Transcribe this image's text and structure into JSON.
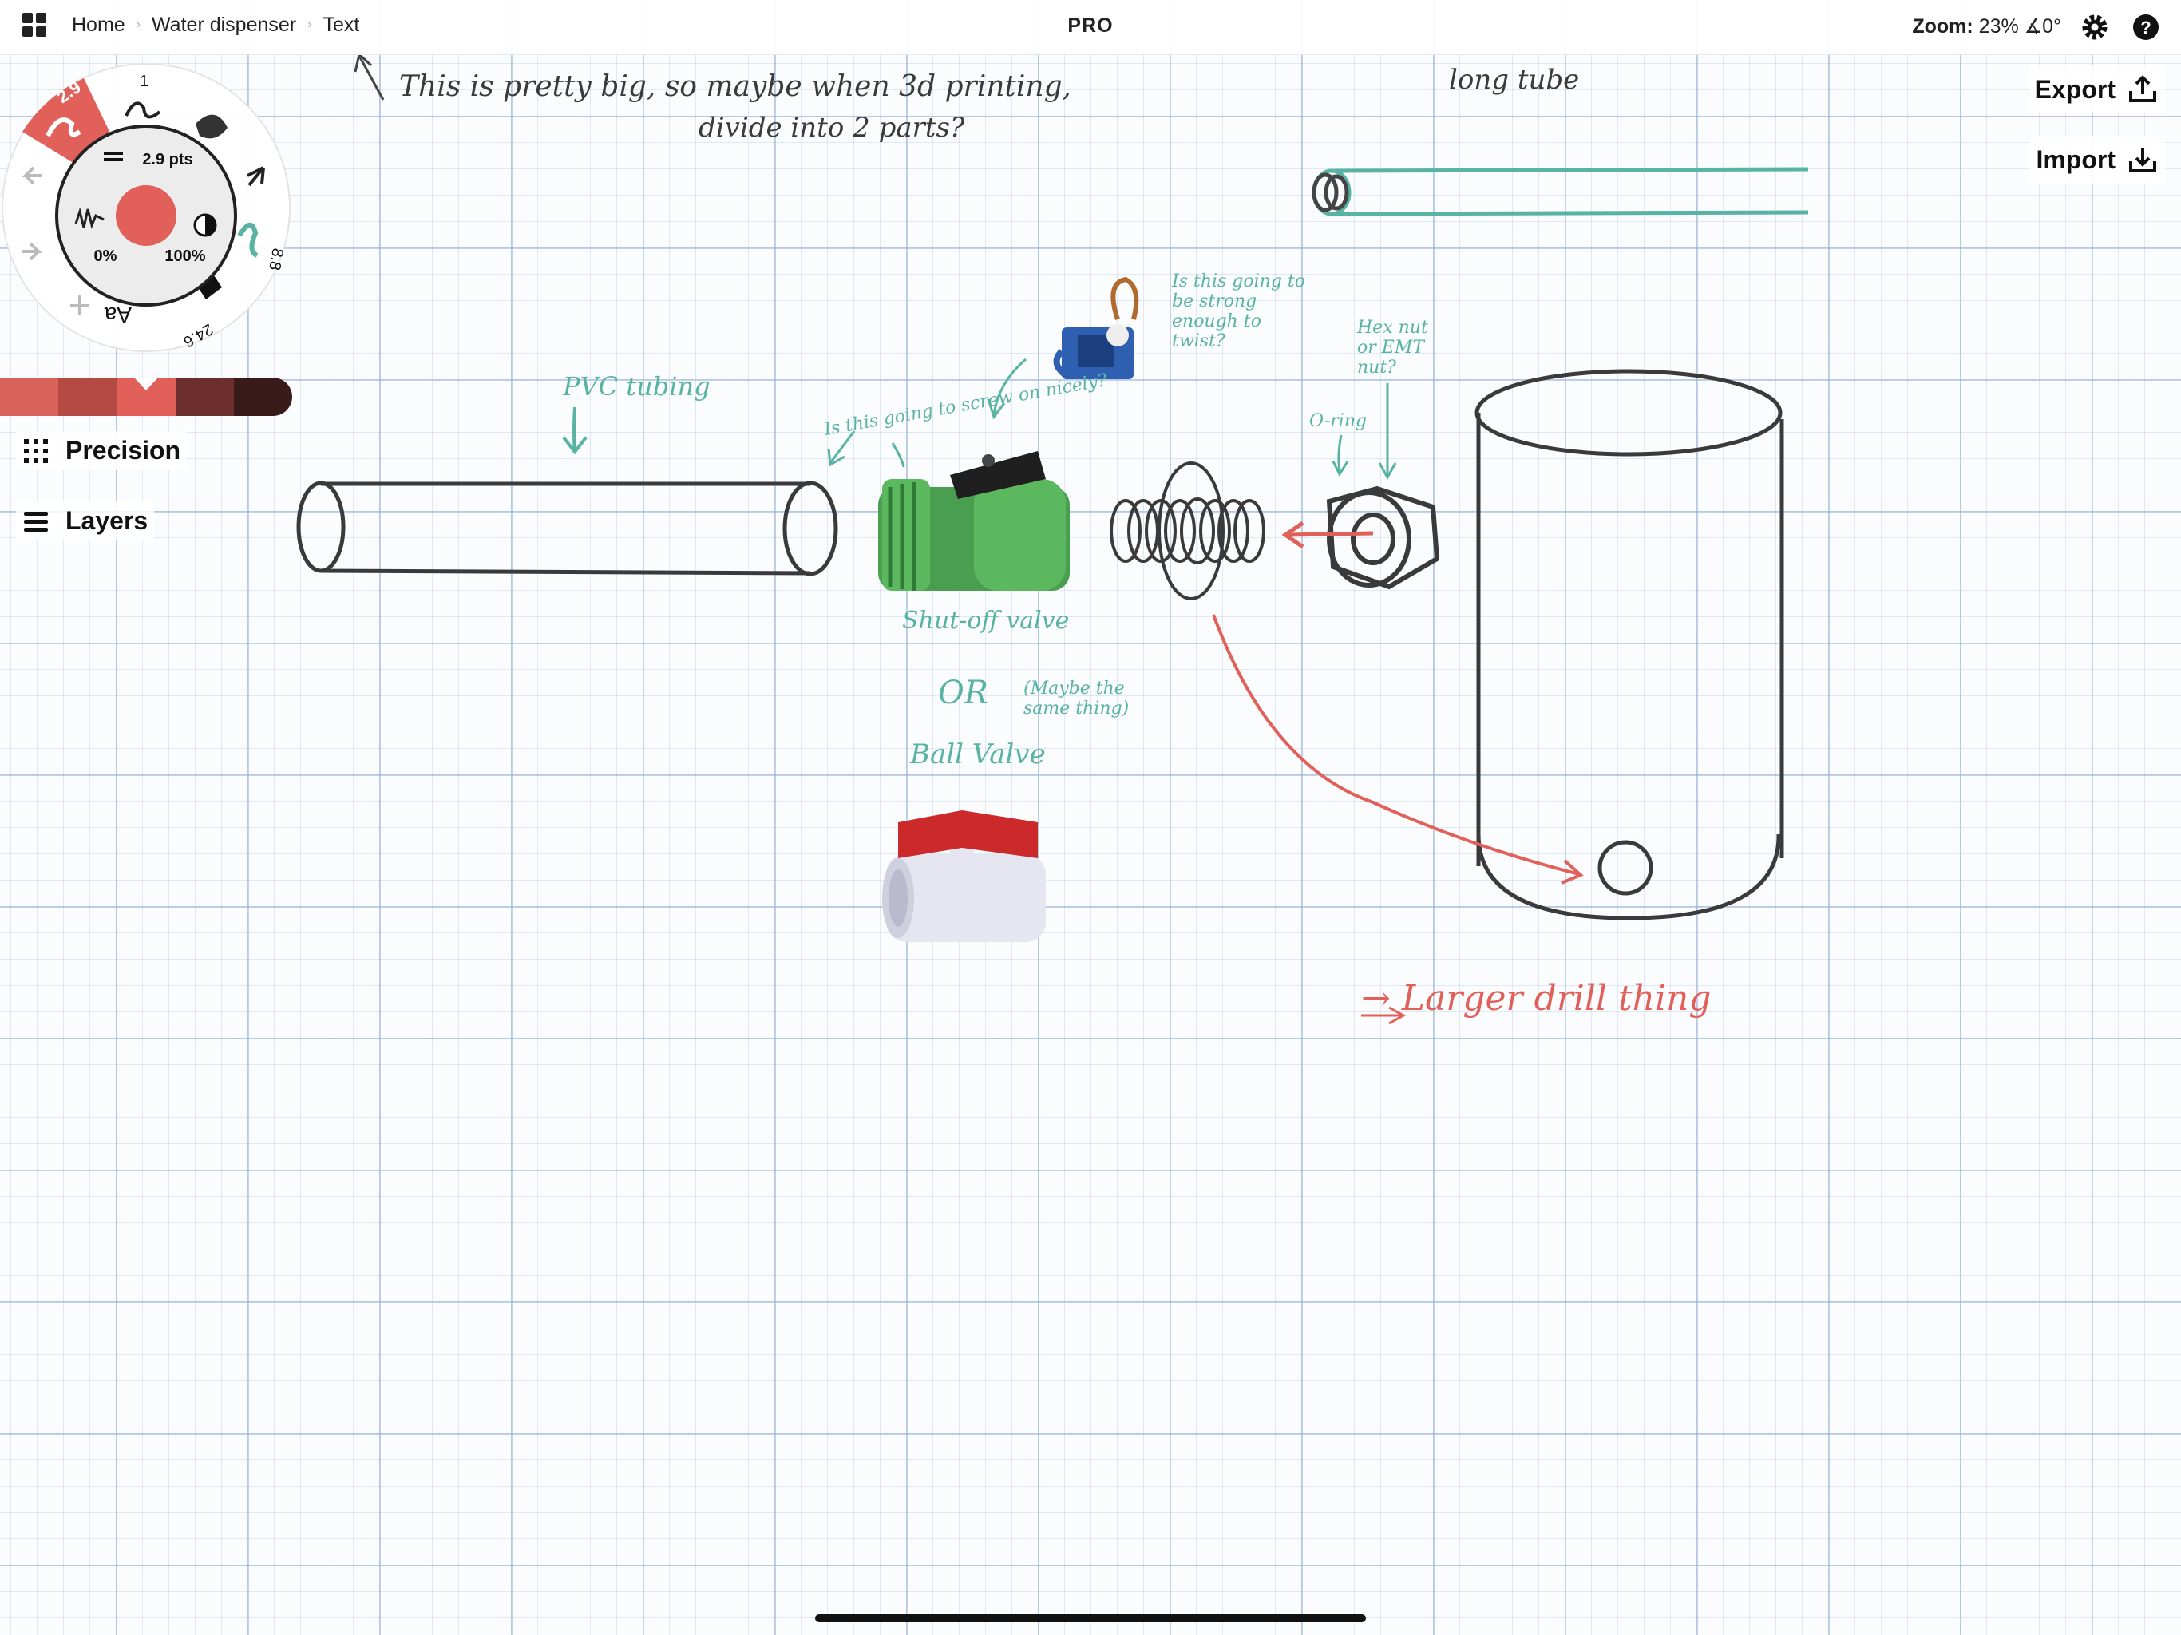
{
  "breadcrumb": {
    "home": "Home",
    "document": "Water dispenser",
    "layer": "Text"
  },
  "badge": "PRO",
  "zoom": {
    "label": "Zoom:",
    "value": "23%",
    "angle": "∡0°"
  },
  "actions": {
    "export_label": "Export",
    "import_label": "Import"
  },
  "tool_wheel": {
    "active_size": "2.9",
    "size_display": "2.9 pts",
    "opacity_low": "0%",
    "opacity_high": "100%",
    "brush_sizes": [
      "1",
      "8.8",
      "24.6"
    ],
    "text_tool_label": "Aa"
  },
  "palette": [
    "#d9625a",
    "#b44a43",
    "#e2605a",
    "#6c2f2d",
    "#3a1b1c"
  ],
  "side_menu": {
    "precision_label": "Precision",
    "layers_label": "Layers"
  },
  "icons": [
    "apps-grid-icon",
    "settings-gear-icon",
    "help-icon",
    "export-icon",
    "import-icon",
    "undo-icon",
    "redo-icon",
    "precision-grid-icon",
    "layers-icon"
  ],
  "colors": {
    "ink": "#3a3a3a",
    "teal": "#59b3a3",
    "red": "#e2605a"
  },
  "annotations": {
    "top_note_1": "This is pretty big, so maybe when 3d printing,",
    "top_note_2": "divide into 2 parts?",
    "long_tube": "long tube",
    "pvc": "PVC tubing",
    "screw_q": "Is this going to screw on nicely?",
    "servo_q": "Is this going to be strong enough to twist?",
    "hex_q": "Hex nut or EMT nut?",
    "oring": "O-ring",
    "shutoff": "Shut-off valve",
    "or": "OR",
    "same": "(Maybe the same thing)",
    "ball": "Ball Valve",
    "drill": "→ Larger drill thing"
  }
}
